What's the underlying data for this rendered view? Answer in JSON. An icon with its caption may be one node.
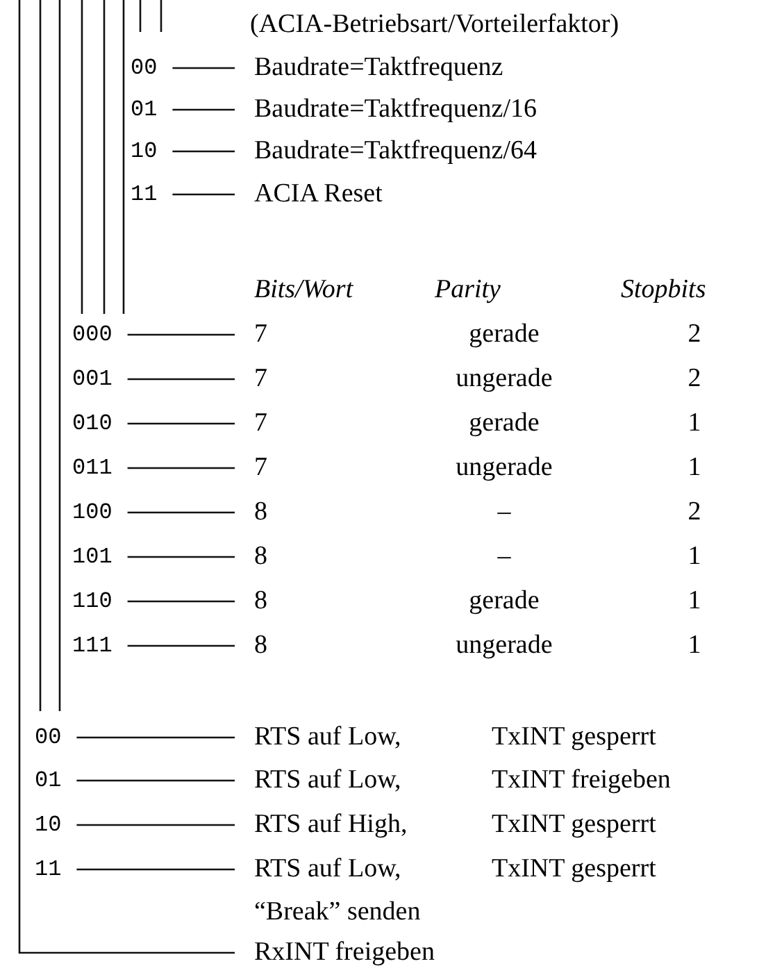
{
  "diagram": {
    "nodes": [
      {
        "text": [
          "00"
        ]
      },
      {
        "text": [
          "Baudrate=Taktfrequenz"
        ]
      },
      {
        "text": [
          "01"
        ]
      },
      {
        "text": [
          "Baudrate=Taktfrequenz/16"
        ]
      },
      {
        "text": [
          "10"
        ]
      },
      {
        "text": [
          "Baudrate=Taktfrequenz/64"
        ]
      },
      {
        "text": [
          "11"
        ]
      },
      {
        "text": [
          "ACIA Reset"
        ]
      },
      {
        "text": [
          "000"
        ]
      },
      {
        "text": [
          "7",
          "gerade",
          "2"
        ]
      },
      {
        "text": [
          "001"
        ]
      },
      {
        "text": [
          "7",
          "ungerade",
          "2"
        ]
      },
      {
        "text": [
          "010"
        ]
      },
      {
        "text": [
          "7",
          "gerade",
          "1"
        ]
      },
      {
        "text": [
          "011"
        ]
      },
      {
        "text": [
          "7",
          "ungerade",
          "1"
        ]
      },
      {
        "text": [
          "100"
        ]
      },
      {
        "text": [
          "8",
          "–",
          "2"
        ]
      },
      {
        "text": [
          "101"
        ]
      },
      {
        "text": [
          "8",
          "–",
          "1"
        ]
      },
      {
        "text": [
          "110"
        ]
      },
      {
        "text": [
          "8",
          "gerade",
          "1"
        ]
      },
      {
        "text": [
          "111"
        ]
      },
      {
        "text": [
          "8",
          "ungerade",
          "1"
        ]
      },
      {
        "text": [
          "00"
        ]
      },
      {
        "text": [
          "RTS auf Low,",
          "TxINT gesperrt"
        ]
      },
      {
        "text": [
          "01"
        ]
      },
      {
        "text": [
          "RTS auf Low,",
          "TxINT freigeben"
        ]
      },
      {
        "text": [
          "10"
        ]
      },
      {
        "text": [
          "RTS auf High,",
          "TxINT gesperrt"
        ]
      },
      {
        "text": [
          "11"
        ]
      },
      {
        "text": [
          "RTS auf Low,",
          "TxINT gesperrt",
          "“Break” senden"
        ]
      },
      {
        "text": [
          "RxINT freigeben"
        ]
      }
    ],
    "edges": [
      {
        "from": 0,
        "to": 1,
        "arrow": "none"
      },
      {
        "from": 2,
        "to": 3,
        "arrow": "none"
      },
      {
        "from": 4,
        "to": 5,
        "arrow": "none"
      },
      {
        "from": 6,
        "to": 7,
        "arrow": "none"
      },
      {
        "from": 8,
        "to": 9,
        "arrow": "none"
      },
      {
        "from": 10,
        "to": 11,
        "arrow": "none"
      },
      {
        "from": 12,
        "to": 13,
        "arrow": "none"
      },
      {
        "from": 14,
        "to": 15,
        "arrow": "none"
      },
      {
        "from": 16,
        "to": 17,
        "arrow": "none"
      },
      {
        "from": 18,
        "to": 19,
        "arrow": "none"
      },
      {
        "from": 20,
        "to": 21,
        "arrow": "none"
      },
      {
        "from": 22,
        "to": 23,
        "arrow": "none"
      },
      {
        "from": 24,
        "to": 25,
        "arrow": "none"
      },
      {
        "from": 26,
        "to": 27,
        "arrow": "none"
      },
      {
        "from": 28,
        "to": 29,
        "arrow": "none"
      },
      {
        "from": 30,
        "to": 31,
        "arrow": "none"
      },
      {
        "from": null,
        "to": 32,
        "arrow": "none"
      }
    ],
    "labels": [
      "(ACIA-Betriebsart/Vorteilerfaktor)",
      "Bits/Wort",
      "Parity",
      "Stopbits"
    ]
  }
}
